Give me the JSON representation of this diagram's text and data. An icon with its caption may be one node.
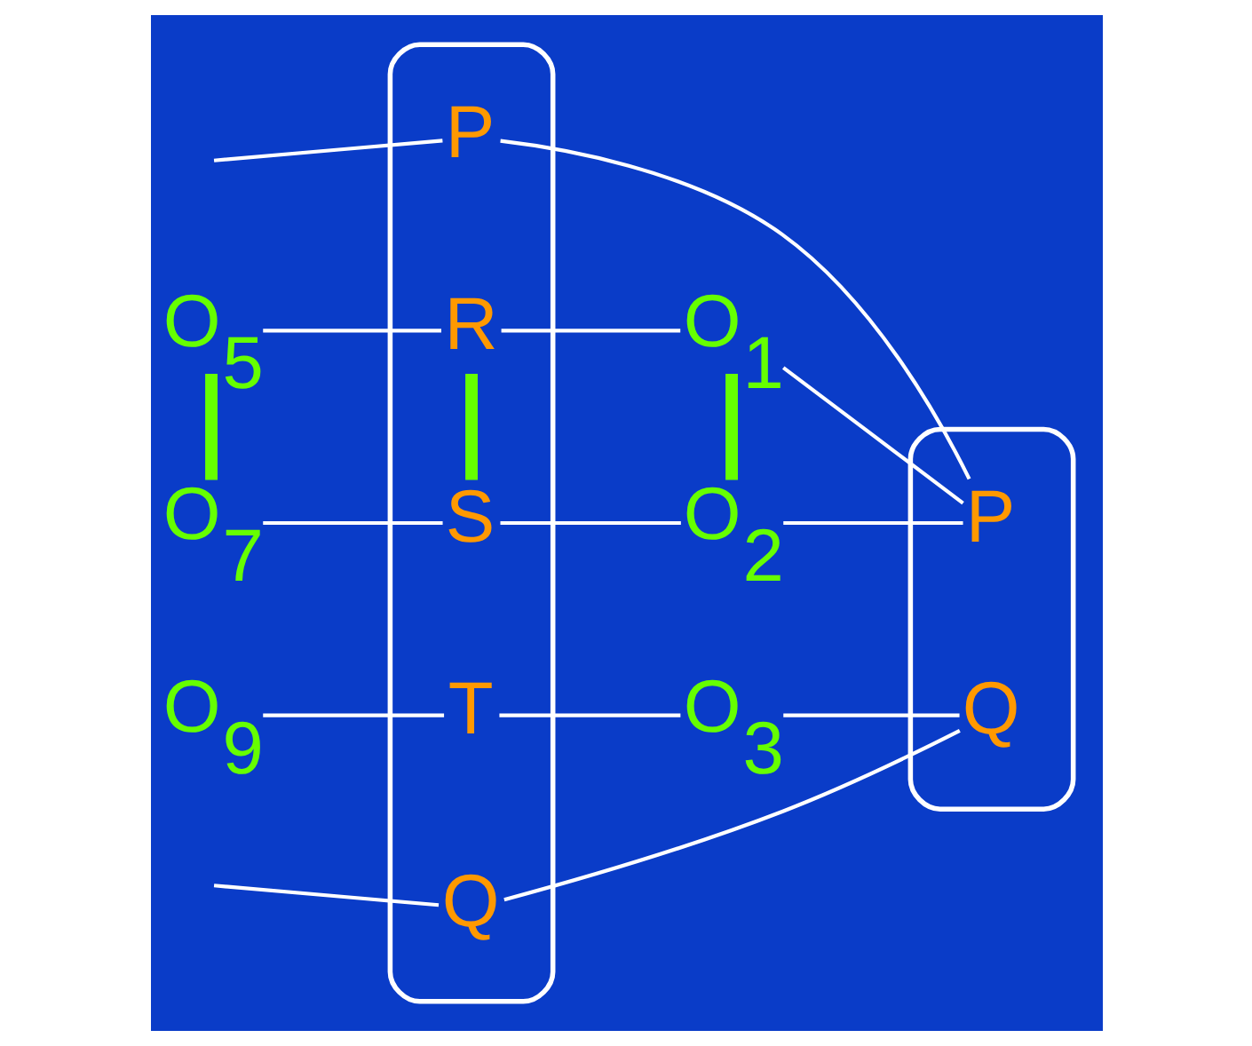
{
  "diagram": {
    "nodes": [
      {
        "text": [],
        "shape": "ellipse"
      },
      {
        "text": [
          "P"
        ],
        "in": 0
      },
      {
        "text": [
          "O$_{5}$"
        ]
      },
      {
        "text": [
          "R"
        ],
        "in": 0
      },
      {
        "text": [
          "O$_{1}$"
        ]
      },
      {
        "text": [],
        "shape": "ellipse"
      },
      {
        "text": [
          "P"
        ],
        "in": 5
      },
      {
        "text": [
          "O$_{7}$"
        ]
      },
      {
        "text": [
          "S"
        ],
        "in": 0
      },
      {
        "text": [
          "O$_{2}$"
        ]
      },
      {
        "text": [
          "Q"
        ],
        "in": 5
      },
      {
        "text": [
          "T"
        ],
        "in": 0
      },
      {
        "text": [
          "O$_{3}$"
        ]
      },
      {
        "text": [
          "O$_{9}$"
        ]
      },
      {
        "text": [
          "Q"
        ],
        "in": 0
      }
    ],
    "edges": [
      {
        "from": null,
        "to": 1,
        "arrow": "none"
      },
      {
        "from": 2,
        "to": 3,
        "arrow": "none"
      },
      {
        "from": 3,
        "to": 4,
        "arrow": "none"
      },
      {
        "from": 1,
        "to": 6,
        "arrow": "none"
      },
      {
        "from": 4,
        "to": 6,
        "arrow": "none"
      },
      {
        "from": 7,
        "to": 8,
        "arrow": "none"
      },
      {
        "from": 8,
        "to": 9,
        "arrow": "none"
      },
      {
        "from": 9,
        "to": 6,
        "arrow": "none"
      },
      {
        "from": 12,
        "to": 10,
        "arrow": "none"
      },
      {
        "from": 11,
        "to": 12,
        "arrow": "none"
      },
      {
        "from": 13,
        "to": 11,
        "arrow": "none"
      },
      {
        "from": 14,
        "to": 10,
        "arrow": "none"
      },
      {
        "from": null,
        "to": 14,
        "arrow": "none"
      },
      {
        "from": 2,
        "to": 7,
        "arrow": "none",
        "style": "thick",
        "color": "#66ff00"
      },
      {
        "from": 3,
        "to": 8,
        "arrow": "none",
        "style": "thick",
        "color": "#66ff00"
      },
      {
        "from": 4,
        "to": 9,
        "arrow": "none",
        "style": "thick",
        "color": "#66ff00"
      }
    ]
  }
}
